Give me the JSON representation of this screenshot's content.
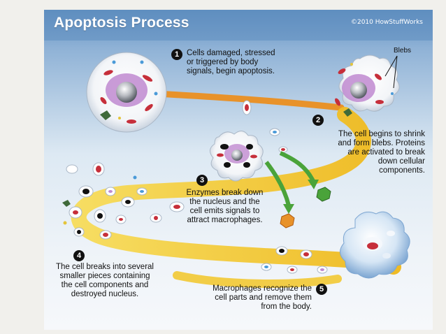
{
  "title": "Apoptosis Process",
  "credit": "©2010 HowStuffWorks",
  "blebs_label": "Blebs",
  "steps": [
    {
      "number": "1",
      "text": "Cells damaged, stressed\nor triggered by body\nsignals, begin apoptosis."
    },
    {
      "number": "2",
      "text": "The cell begins to shrink\nand form blebs. Proteins\nare activated to break\ndown cellular\ncomponents."
    },
    {
      "number": "3",
      "text": "Enzymes break down\nthe nucleus and the\ncell emits signals to\nattract macrophages."
    },
    {
      "number": "4",
      "text": "The cell breaks into several\nsmaller pieces containing\nthe cell components and\ndestroyed nucleus."
    },
    {
      "number": "5",
      "text": "Macrophages recognize the\ncell parts and remove them\nfrom the body."
    }
  ],
  "colors": {
    "header_sky": "#5f8ec0",
    "sky_light": "#dde9f3",
    "path_yellow": "#f2c31a",
    "path_orange": "#e8922a",
    "signal_green": "#4aa33a",
    "membrane_purple": "#c08ad0",
    "organelle_red": "#c62f3a"
  },
  "icons": [
    "healthy-cell-icon",
    "shrinking-cell-icon",
    "fragmenting-cell-icon",
    "apoptotic-body-icon",
    "macrophage-icon",
    "signal-molecule-icon"
  ]
}
